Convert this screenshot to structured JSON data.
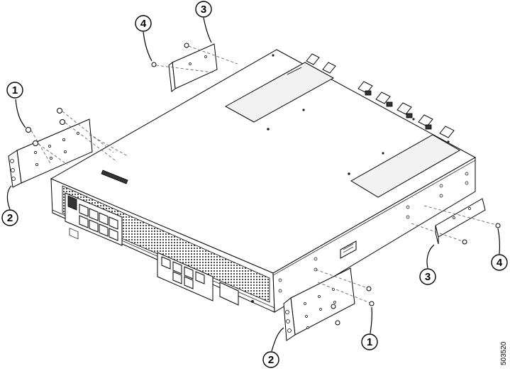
{
  "callouts": [
    {
      "id": "c1a",
      "number": "1"
    },
    {
      "id": "c2a",
      "number": "2"
    },
    {
      "id": "c3a",
      "number": "3"
    },
    {
      "id": "c4a",
      "number": "4"
    },
    {
      "id": "c1b",
      "number": "1"
    },
    {
      "id": "c2b",
      "number": "2"
    },
    {
      "id": "c3b",
      "number": "3"
    },
    {
      "id": "c4b",
      "number": "4"
    }
  ],
  "figure_id": "503520",
  "colors": {
    "line": "#000000",
    "mesh": "#333333",
    "background": "#ffffff"
  }
}
